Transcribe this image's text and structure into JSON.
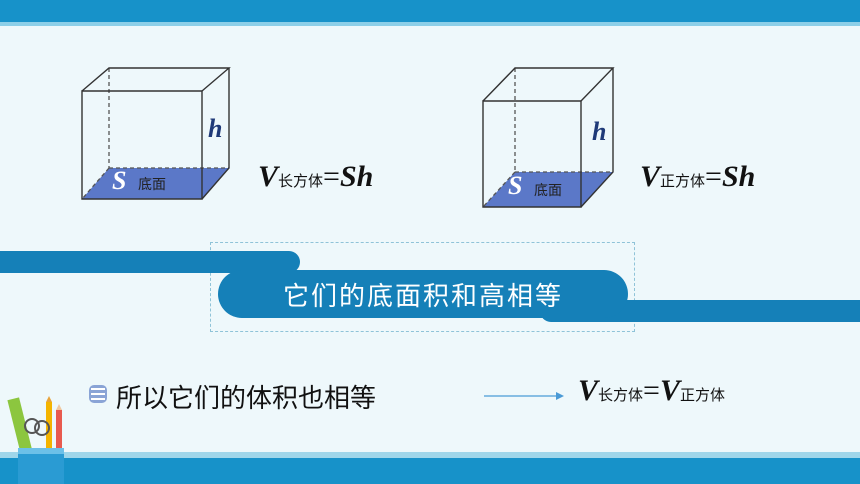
{
  "cuboid": {
    "h_label": "h",
    "s_label": "S",
    "base_label": "底面",
    "formula": {
      "v": "V",
      "sub": "长方体",
      "eq": "=",
      "rhs": "Sh"
    }
  },
  "cube": {
    "h_label": "h",
    "s_label": "S",
    "base_label": "底面",
    "formula": {
      "v": "V",
      "sub": "正方体",
      "eq": "=",
      "rhs": "Sh"
    }
  },
  "ribbon": {
    "text": "它们的底面积和高相等"
  },
  "conclusion": {
    "text": "所以它们的体积也相等",
    "formula": {
      "v1": "V",
      "sub1": "长方体",
      "eq": "=",
      "v2": "V",
      "sub2": "正方体"
    }
  },
  "colors": {
    "accent": "#1792c9",
    "base_fill": "#5b78c8",
    "text_dark": "#1f3a78"
  },
  "icons": [
    "bullet-stack-icon",
    "arrow-right-icon",
    "stationery-cup-icon"
  ]
}
